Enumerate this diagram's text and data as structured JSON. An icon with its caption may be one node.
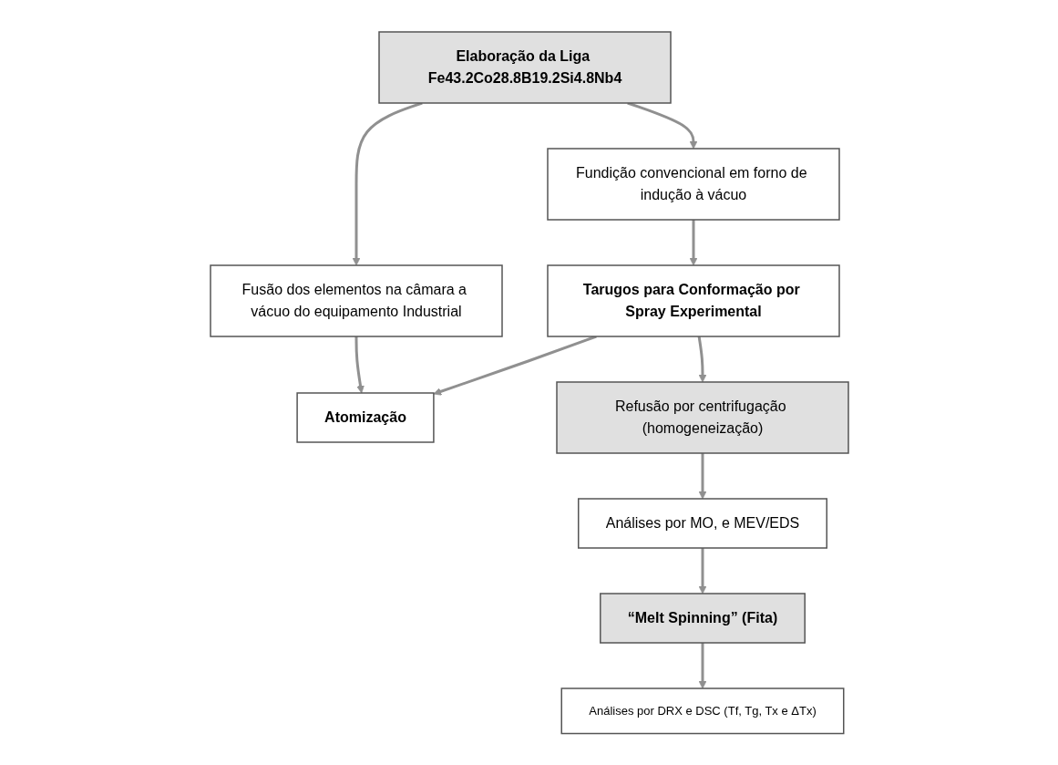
{
  "diagram": {
    "nodes": [
      {
        "text": [
          "Elaboração da Liga Fe43.2Co28.8B19.2Si4.8Nb4"
        ]
      },
      {
        "text": [
          "Fundição convencional em forno de indução à vácuo"
        ]
      },
      {
        "text": [
          "Fusão dos elementos na câmara a vácuo do equipamento Industrial"
        ]
      },
      {
        "text": [
          "Tarugos para Conformação por Spray Experimental"
        ]
      },
      {
        "text": [
          "Atomização"
        ]
      },
      {
        "text": [
          "Refusão por centrifugação (homogeneização)"
        ]
      },
      {
        "text": [
          "Análises por MO, e MEV/EDS"
        ]
      },
      {
        "text": [
          "“Melt Spinning” (Fita)"
        ]
      },
      {
        "text": [
          "Análises por DRX e DSC (Tf, Tg, Tx e ΔTx)"
        ]
      }
    ],
    "edges": [
      {
        "from": 0,
        "to": 1,
        "arrow": "to"
      },
      {
        "from": 0,
        "to": 2,
        "arrow": "to"
      },
      {
        "from": 1,
        "to": 3,
        "arrow": "to"
      },
      {
        "from": 2,
        "to": 4,
        "arrow": "to"
      },
      {
        "from": 3,
        "to": 4,
        "arrow": "to"
      },
      {
        "from": 3,
        "to": 5,
        "arrow": "to"
      },
      {
        "from": 5,
        "to": 6,
        "arrow": "to"
      },
      {
        "from": 6,
        "to": 7,
        "arrow": "to"
      },
      {
        "from": 7,
        "to": 8,
        "arrow": "to"
      }
    ]
  }
}
